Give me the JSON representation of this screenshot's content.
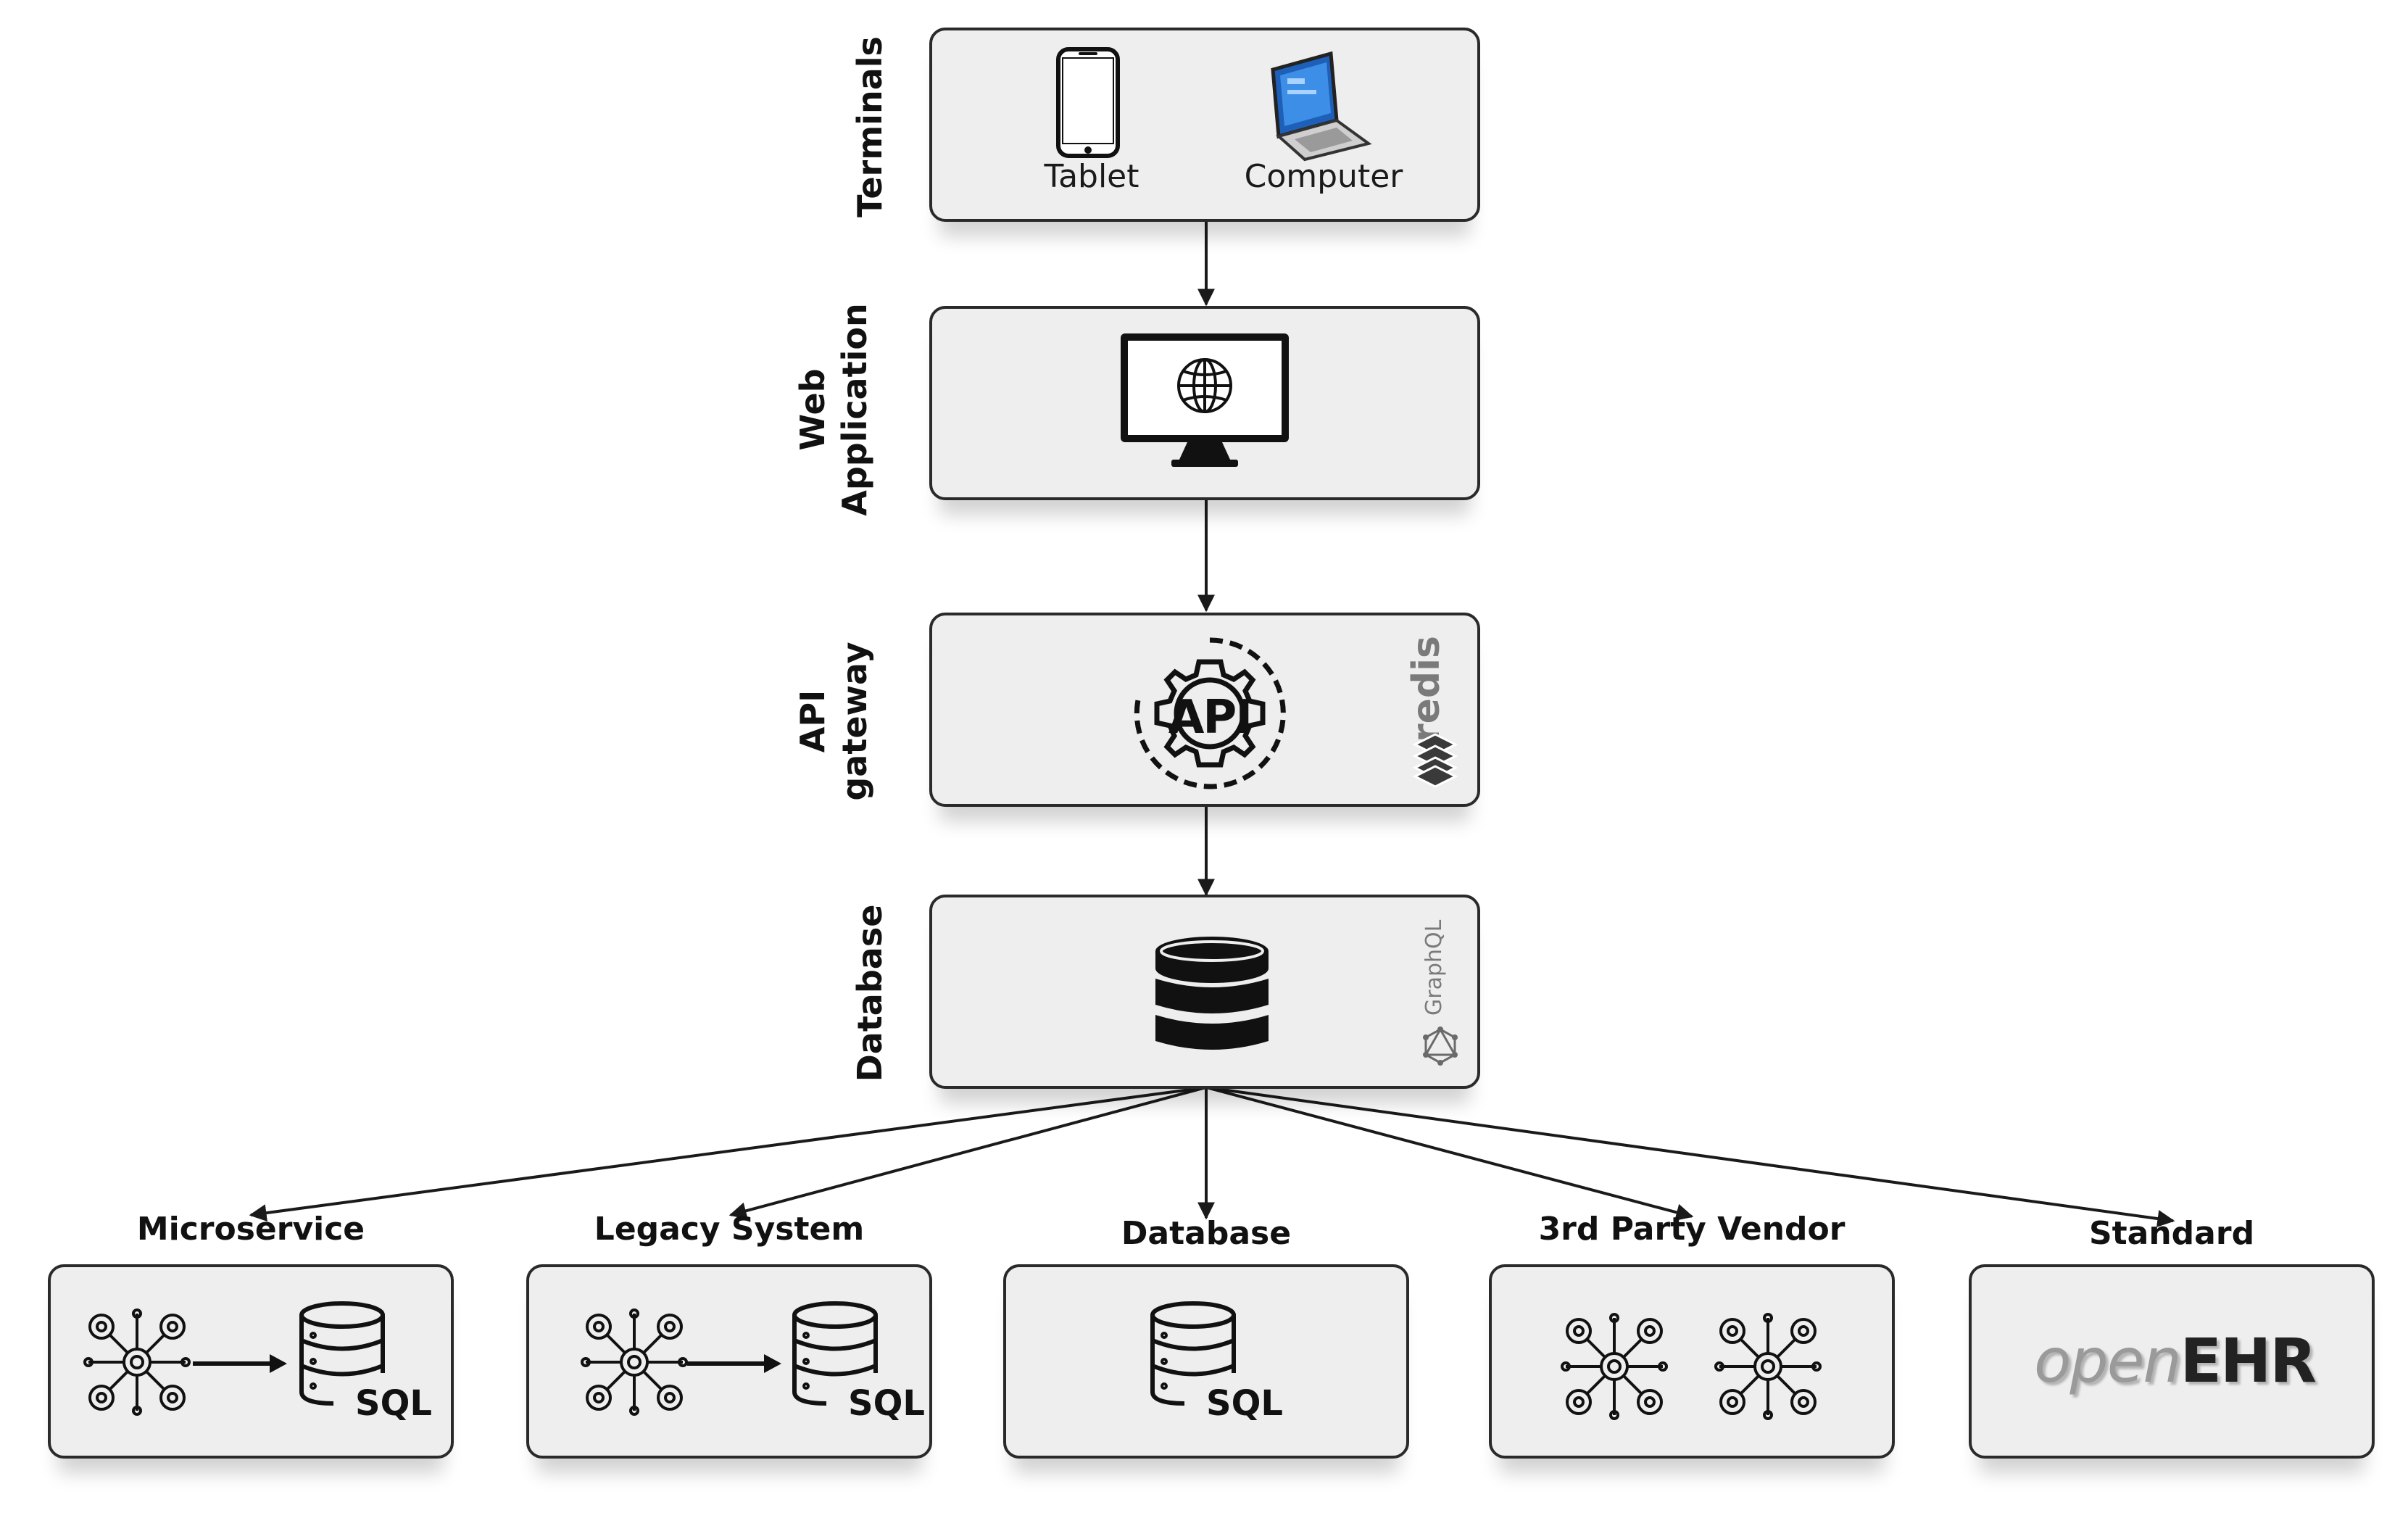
{
  "layers": {
    "terminals": {
      "label": "Terminals",
      "tablet_caption": "Tablet",
      "computer_caption": "Computer",
      "icons": [
        "tablet-icon",
        "laptop-icon"
      ]
    },
    "web_application": {
      "label_line1": "Web",
      "label_line2": "Application",
      "icons": [
        "monitor-globe-icon"
      ]
    },
    "api_gateway": {
      "label_line1": "API",
      "label_line2": "gateway",
      "api_text": "API",
      "redis_text": "redis",
      "icons": [
        "api-gear-icon",
        "redis-logo-icon"
      ]
    },
    "database": {
      "label": "Database",
      "graphql_text": "GraphQL",
      "icons": [
        "database-stack-icon",
        "graphql-logo-icon"
      ]
    }
  },
  "sources": [
    {
      "label": "Microservice",
      "sql_text": "SQL",
      "icons": [
        "microservice-icon",
        "arrow-right-icon",
        "sql-database-icon"
      ]
    },
    {
      "label": "Legacy System",
      "sql_text": "SQL",
      "icons": [
        "microservice-icon",
        "arrow-right-icon",
        "sql-database-icon"
      ]
    },
    {
      "label": "Database",
      "sql_text": "SQL",
      "icons": [
        "sql-database-icon"
      ]
    },
    {
      "label": "3rd Party Vendor",
      "icons": [
        "microservice-icon",
        "microservice-icon"
      ]
    },
    {
      "label": "Standard",
      "logo_open": "open",
      "logo_ehr": "EHR",
      "icons": [
        "openehr-logo"
      ]
    }
  ],
  "colors": {
    "box_fill": "#efeeee",
    "box_border": "#2a2a2a",
    "line": "#1a1a1a",
    "logo_gray": "#7a7a7a"
  }
}
